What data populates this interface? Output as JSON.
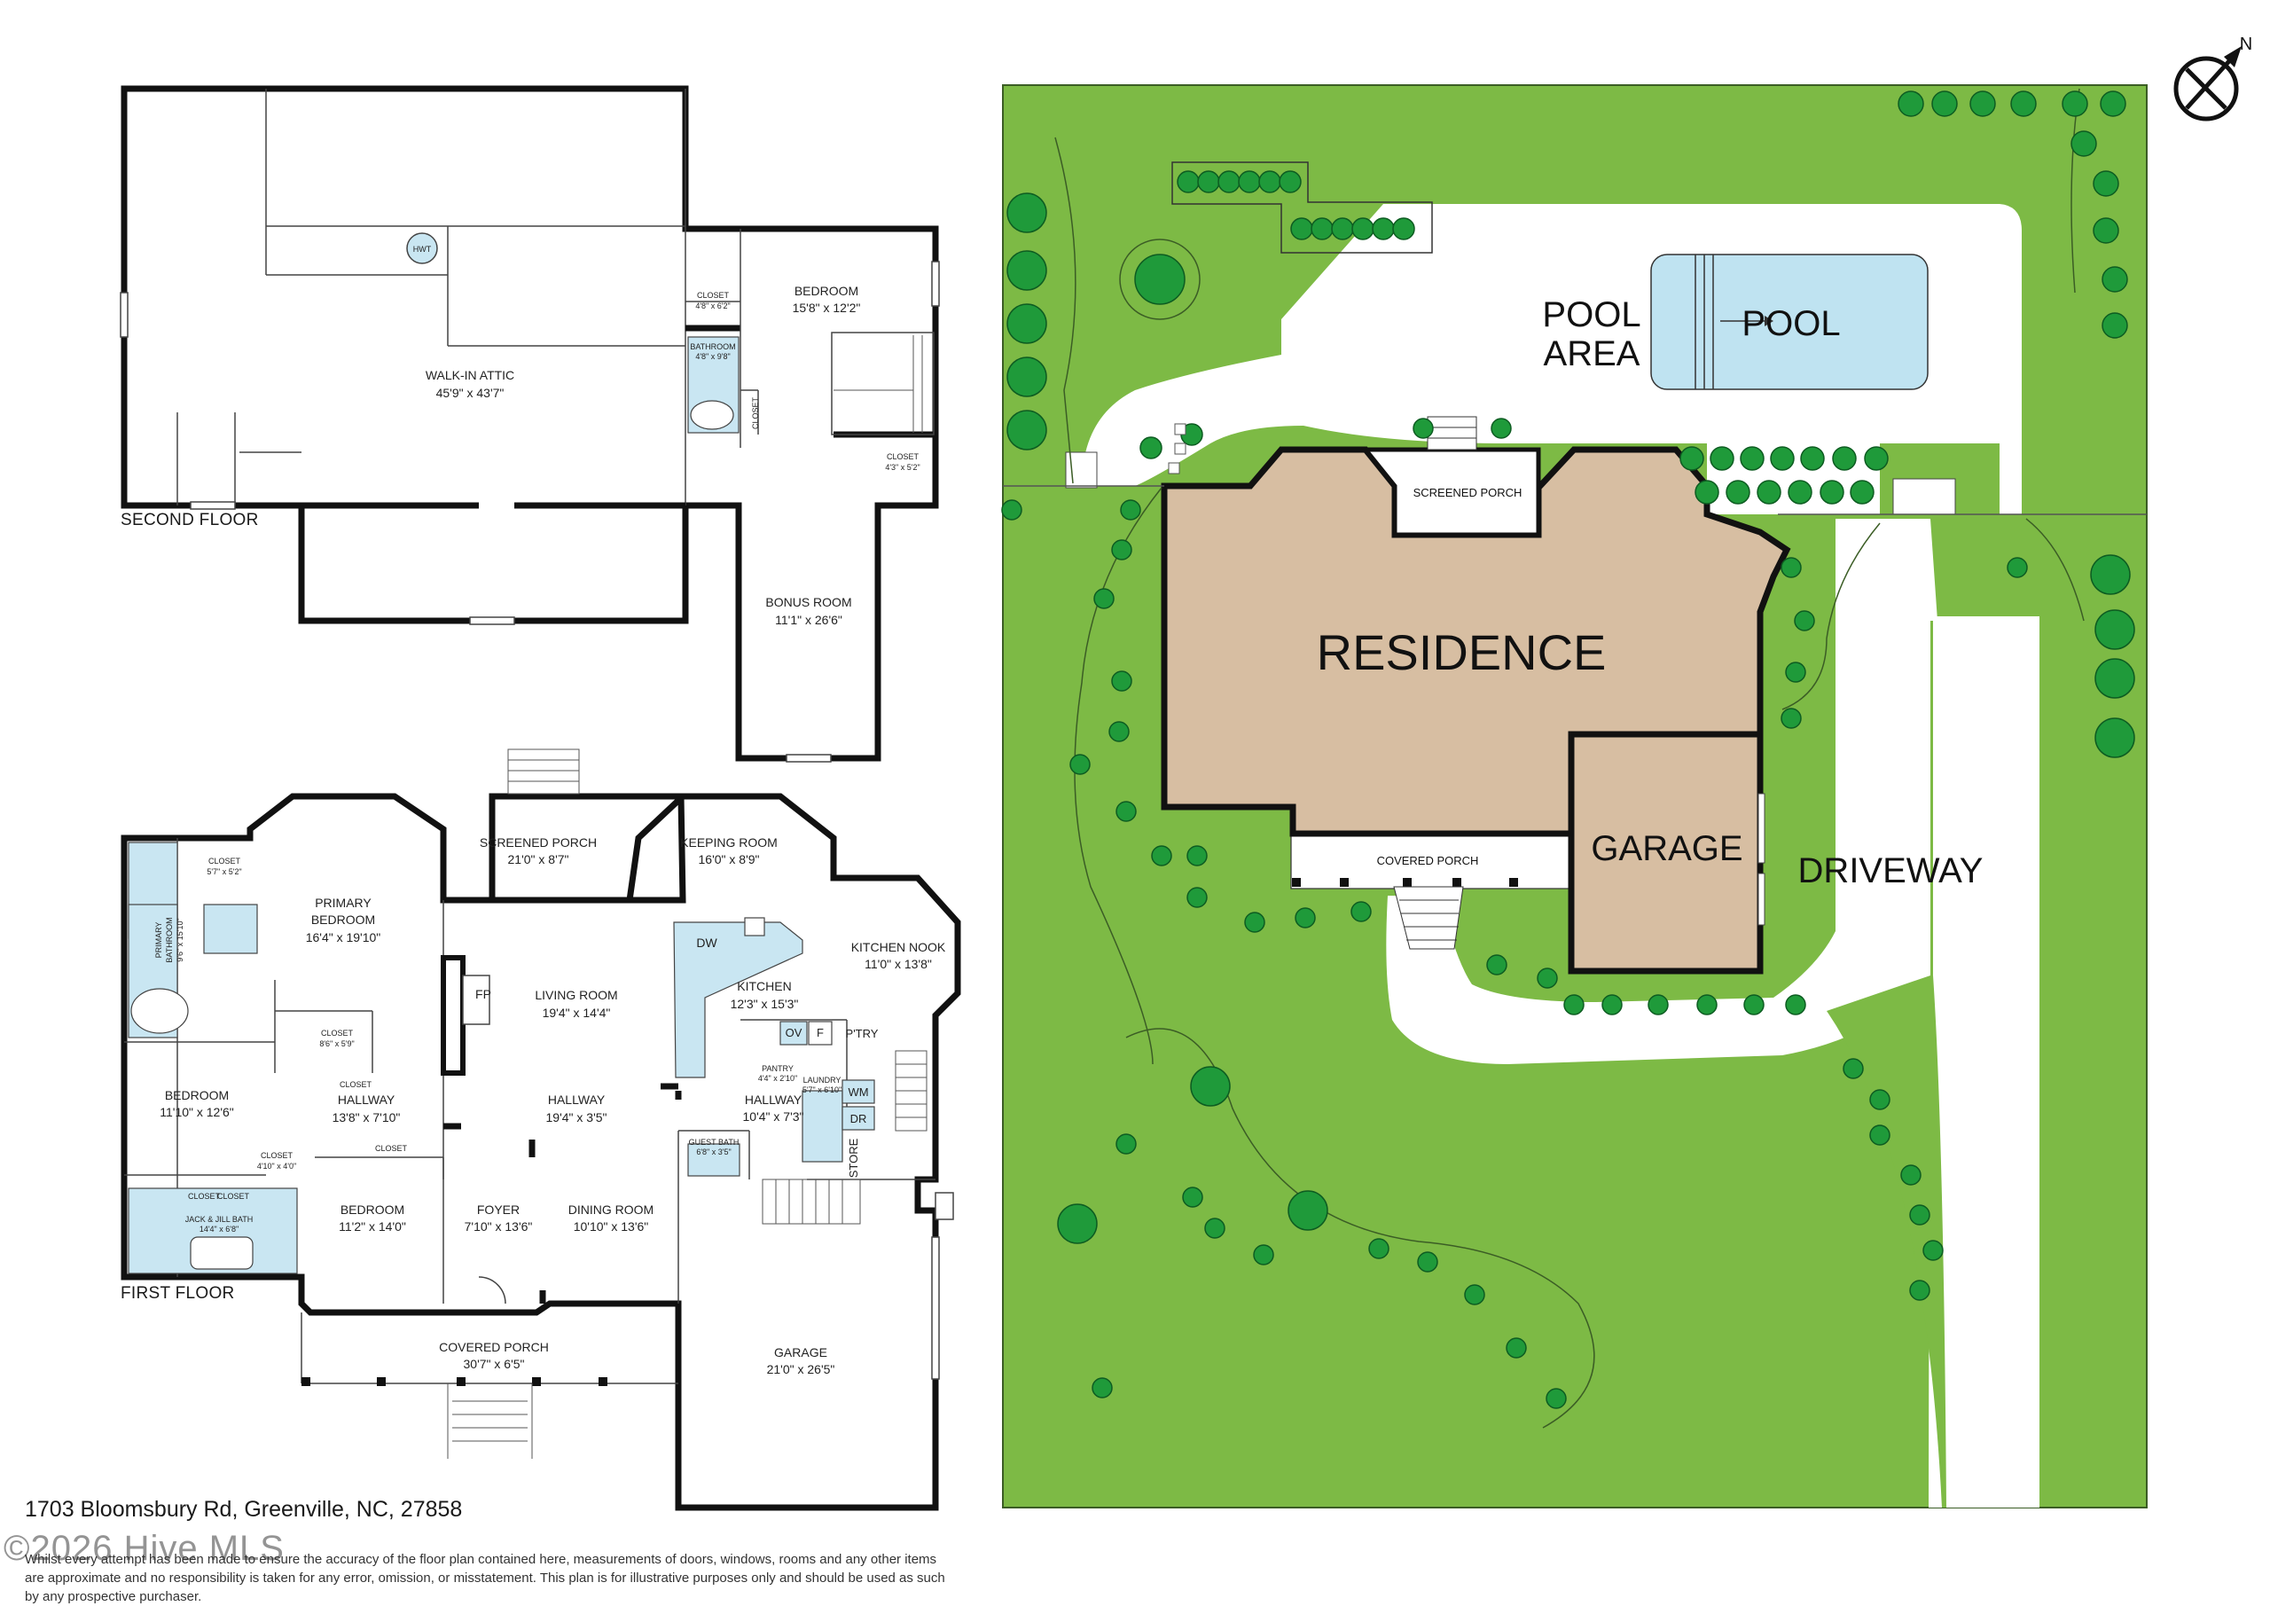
{
  "address": "1703 Bloomsbury Rd, Greenville, NC, 27858",
  "disclaimer": "Whilst every attempt has been made to ensure the accuracy of the floor plan contained here, measurements of doors, windows, rooms and any other items are approximate and no responsibility is taken for any error, omission, or misstatement. This plan is for illustrative purposes only and should be used as such by any prospective purchaser.",
  "watermark": "©2026 Hive MLS",
  "colors": {
    "lawn": "#7dba45",
    "paving": "#ffffff",
    "residence": "#d7bea2",
    "pool": "#bfe3f1",
    "bath": "#c9e6f2",
    "shrub": "#1f9a3a"
  },
  "second_floor": {
    "label": "SECOND FLOOR",
    "rooms": [
      {
        "name": "WALK-IN ATTIC",
        "dims": "45'9\" x 43'7\""
      },
      {
        "name": "BEDROOM",
        "dims": "15'8\" x 12'2\""
      },
      {
        "name": "BONUS ROOM",
        "dims": "11'1\" x 26'6\""
      }
    ],
    "small": {
      "closet1": "CLOSET",
      "closet1_dims": "4'8\" x 6'2\"",
      "bathroom": "BATHROOM",
      "bathroom_dims": "4'8\" x 9'8\"",
      "closet2": "CLOSET",
      "closet3": "CLOSET",
      "closet3_dims": "4'3\" x 5'2\"",
      "hwt": "HWT"
    }
  },
  "first_floor": {
    "label": "FIRST FLOOR",
    "rooms": [
      {
        "name": "SCREENED PORCH",
        "dims": "21'0\" x 8'7\""
      },
      {
        "name": "KEEPING ROOM",
        "dims": "16'0\" x 8'9\""
      },
      {
        "name": "PRIMARY",
        "name2": "BEDROOM",
        "dims": "16'4\" x 19'10\""
      },
      {
        "name": "LIVING ROOM",
        "dims": "19'4\" x 14'4\""
      },
      {
        "name": "KITCHEN",
        "dims": "12'3\" x 15'3\""
      },
      {
        "name": "KITCHEN NOOK",
        "dims": "11'0\" x 13'8\""
      },
      {
        "name": "BEDROOM",
        "dims": "11'10\" x 12'6\""
      },
      {
        "name": "HALLWAY",
        "dims": "13'8\" x 7'10\""
      },
      {
        "name": "HALLWAY",
        "dims": "19'4\" x 3'5\""
      },
      {
        "name": "HALLWAY",
        "dims": "10'4\" x 7'3\""
      },
      {
        "name": "BEDROOM",
        "dims": "11'2\" x 14'0\""
      },
      {
        "name": "FOYER",
        "dims": "7'10\" x 13'6\""
      },
      {
        "name": "DINING ROOM",
        "dims": "10'10\" x 13'6\""
      },
      {
        "name": "COVERED PORCH",
        "dims": "30'7\" x 6'5\""
      },
      {
        "name": "GARAGE",
        "dims": "21'0\" x 26'5\""
      }
    ],
    "small": {
      "closet_a": "CLOSET",
      "closet_a_dims": "5'7\" x 5'2\"",
      "primary_bath": "PRIMARY",
      "primary_bath2": "BATHROOM",
      "primary_bath_dims": "9'6\" x 15'10\"",
      "closet_b": "CLOSET",
      "closet_b_dims": "8'6\" x 5'9\"",
      "closet_c": "CLOSET",
      "closet_d": "CLOSET",
      "closet_e": "CLOSET",
      "closet_e_dims": "4'10\" x 4'0\"",
      "closet_f": "CLOSET",
      "closet_g": "CLOSET",
      "jack_bath": "JACK & JILL BATH",
      "jack_bath_dims": "14'4\" x 6'8\"",
      "fp": "FP",
      "dw": "DW",
      "ov": "OV",
      "f": "F",
      "ptry": "P'TRY",
      "pantry": "PANTRY",
      "pantry_dims": "4'4\" x 2'10\"",
      "laundry": "LAUNDRY",
      "laundry_dims": "5'7\" x 6'10\"",
      "wm": "WM",
      "dr": "DR",
      "guest_bath": "GUEST BATH",
      "guest_bath_dims": "6'8\" x 3'5\"",
      "store": "STORE"
    }
  },
  "site": {
    "pool_area": "POOL",
    "pool_area2": "AREA",
    "pool": "POOL",
    "screened_porch": "SCREENED PORCH",
    "residence": "RESIDENCE",
    "garage": "GARAGE",
    "driveway": "DRIVEWAY",
    "covered_porch": "COVERED PORCH",
    "north": "N"
  }
}
